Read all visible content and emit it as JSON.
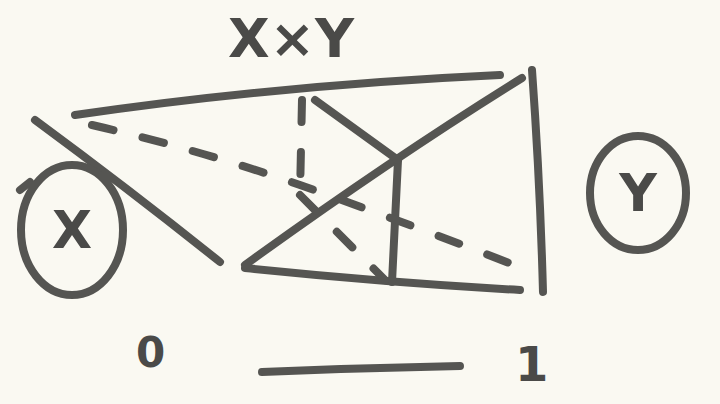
{
  "diagram": {
    "nodes": [
      {
        "text": [
          "X"
        ]
      },
      {
        "text": [
          "Y"
        ]
      }
    ],
    "labels": [
      "X×Y",
      "0",
      "1"
    ]
  }
}
